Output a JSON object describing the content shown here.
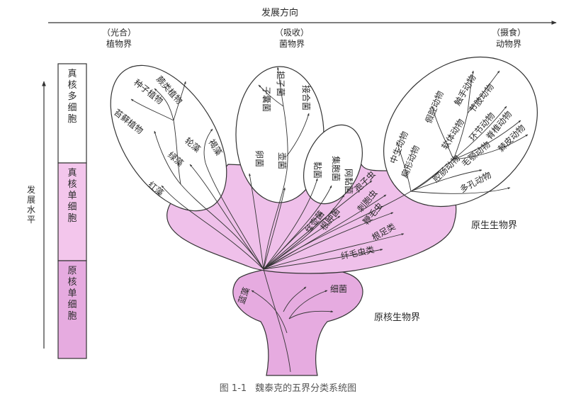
{
  "top_axis": {
    "label": "发展方向"
  },
  "left_axis": {
    "label": "发展水平"
  },
  "kingdom_headers": [
    {
      "mode": "（光合）",
      "kingdom": "植物界"
    },
    {
      "mode": "（吸收）",
      "kingdom": "菌物界"
    },
    {
      "mode": "（摄食）",
      "kingdom": "动物界"
    }
  ],
  "level_bar": [
    {
      "label": "真核多细胞",
      "color": "#ffffff"
    },
    {
      "label": "真核单细胞",
      "color": "#f3c6ec"
    },
    {
      "label": "原核单细胞",
      "color": "#e6abe0"
    }
  ],
  "kingdom_labels": {
    "protist": "原生生物界",
    "monera": "原核生物界"
  },
  "plants": [
    "苔藓植物",
    "种子植物",
    "蕨类植物",
    "红藻",
    "绿藻",
    "轮藻",
    "褐藻"
  ],
  "fungi": [
    "担子菌",
    "子囊菌",
    "接合菌",
    "卵菌",
    "壶菌",
    "黏菌",
    "集胞菌",
    "网黏菌"
  ],
  "animals": [
    "中生动物",
    "扁形动物",
    "假腔动物",
    "软体动物",
    "腔肠动物",
    "触手动物",
    "节肢动物",
    "环节动物",
    "毛颚动物",
    "脊椎动物",
    "棘皮动物",
    "多孔动物"
  ],
  "protists": [
    "孢子虫",
    "鞭毛虫",
    "刺胞虫",
    "根足类",
    "纤毛虫类",
    "丝壶菌",
    "根肿菌"
  ],
  "monera": [
    "蓝藻",
    "细菌"
  ],
  "caption": {
    "fig": "图 1-1",
    "title": "魏泰克的五界分类系统图"
  },
  "colors": {
    "protist_fill": "#efc0ea",
    "monera_fill": "#e6abe0",
    "line": "#3a3a3a"
  }
}
